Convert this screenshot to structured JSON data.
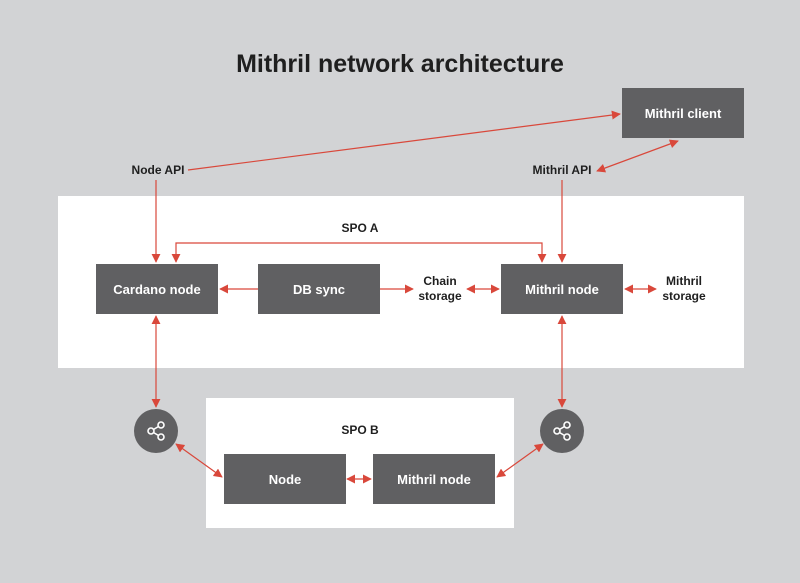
{
  "title": "Mithril network architecture",
  "spo_a": {
    "label": "SPO A"
  },
  "spo_b": {
    "label": "SPO B"
  },
  "boxes": {
    "mithril_client": "Mithril client",
    "cardano_node": "Cardano node",
    "db_sync": "DB sync",
    "mithril_node_a": "Mithril node",
    "node_b": "Node",
    "mithril_node_b": "Mithril node"
  },
  "labels": {
    "node_api": "Node API",
    "mithril_api": "Mithril API",
    "chain_storage": "Chain\nstorage",
    "mithril_storage": "Mithril\nstorage"
  },
  "icons": {
    "hub_left": "share-icon",
    "hub_right": "share-icon"
  },
  "colors": {
    "background": "#d2d3d5",
    "panel": "#ffffff",
    "box": "#606062",
    "arrow": "#d9483b"
  }
}
